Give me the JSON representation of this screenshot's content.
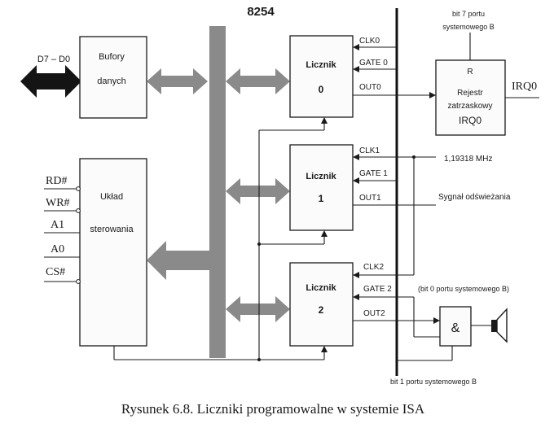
{
  "title": "8254",
  "data_bus_label": "D7 – D0",
  "buffer": {
    "line1": "Bufory",
    "line2": "danych"
  },
  "control": {
    "line1": "Układ",
    "line2": "sterowania",
    "pins": [
      "RD#",
      "WR#",
      "A1",
      "A0",
      "CS#"
    ]
  },
  "counters": [
    {
      "name": "Licznik",
      "index": "0",
      "clk": "CLK0",
      "gate": "GATE 0",
      "out": "OUT0"
    },
    {
      "name": "Licznik",
      "index": "1",
      "clk": "CLK1",
      "gate": "GATE 1",
      "out": "OUT1"
    },
    {
      "name": "Licznik",
      "index": "2",
      "clk": "CLK2",
      "gate": "GATE 2",
      "out": "OUT2"
    }
  ],
  "latch": {
    "r": "R",
    "line1": "Rejestr",
    "line2": "zatrzaskowy",
    "line3": "IRQ0"
  },
  "irq_out": "IRQ0",
  "bit7_line1": "bit 7 portu",
  "bit7_line2": "systemowego B",
  "clock_freq": "1,19318 MHz",
  "refresh_signal": "Sygnał odświeżania",
  "bit0_label": "(bit 0 portu systemowego B)",
  "and_gate": "&",
  "bit1_label": "bit 1 portu systemowego B",
  "caption": "Rysunek 6.8. Liczniki programowalne w systemie ISA"
}
